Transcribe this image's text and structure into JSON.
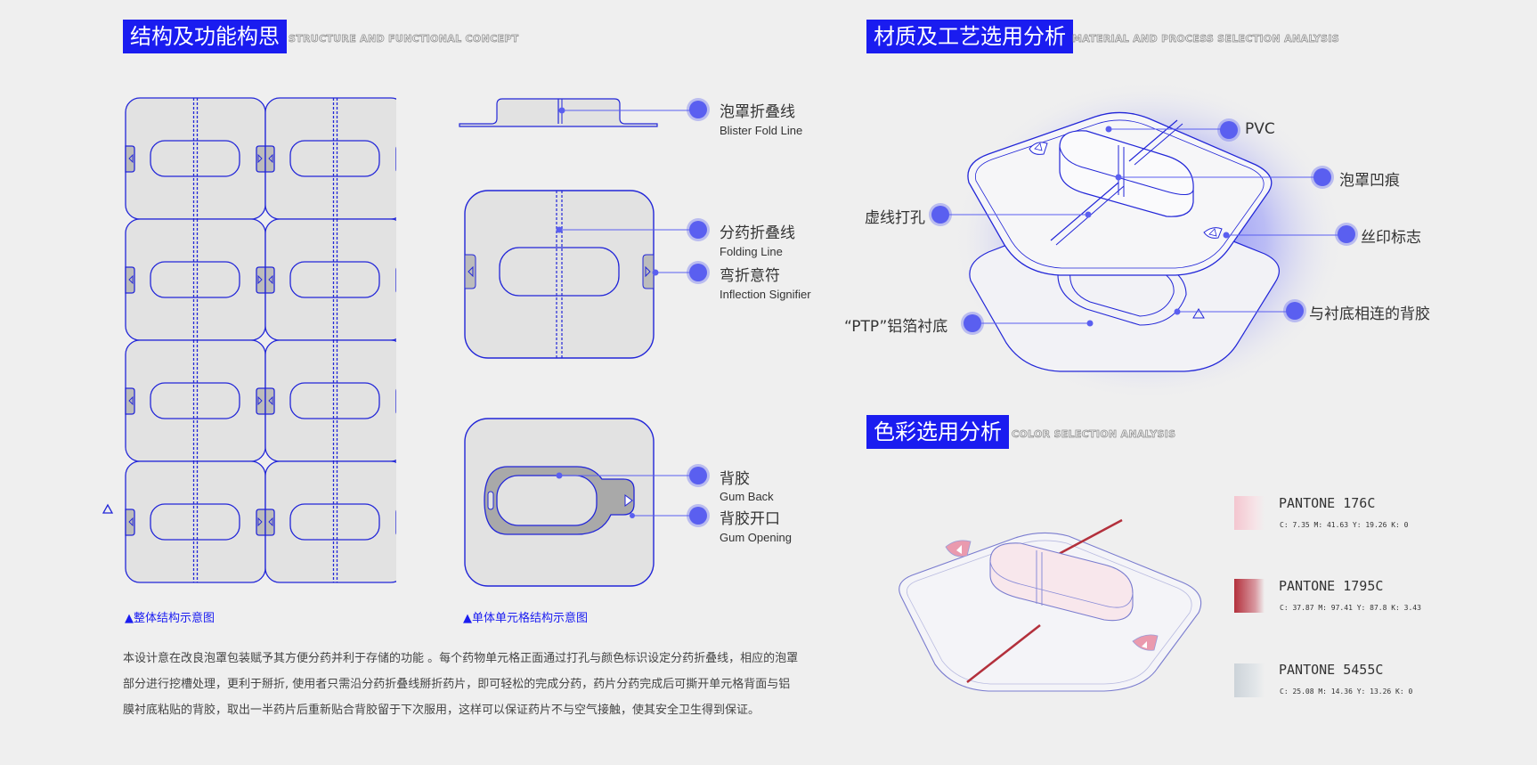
{
  "sections": {
    "structure": {
      "title": "结构及功能构思",
      "subtitle": "STRUCTURE AND FUNCTIONAL CONCEPT"
    },
    "material": {
      "title": "材质及工艺选用分析",
      "subtitle": "MATERIAL AND PROCESS SELECTION ANALYSIS"
    },
    "color": {
      "title": "色彩选用分析",
      "subtitle": "COLOR SELECTION ANALYSIS"
    }
  },
  "structure_labels": {
    "blister_fold": {
      "cn": "泡罩折叠线",
      "en": "Blister Fold Line"
    },
    "folding": {
      "cn": "分药折叠线",
      "en": "Folding Line"
    },
    "inflection": {
      "cn": "弯折意符",
      "en": "Inflection Signifier"
    },
    "gum_back": {
      "cn": "背胶",
      "en": "Gum Back"
    },
    "gum_opening": {
      "cn": "背胶开口",
      "en": "Gum Opening"
    }
  },
  "captions": {
    "overall": "▲整体结构示意图",
    "unit": "▲单体单元格结构示意图"
  },
  "description": "本设计意在改良泡罩包装赋予其方便分药并利于存储的功能 。每个药物单元格正面通过打孔与颜色标识设定分药折叠线，相应的泡罩部分进行挖槽处理，更利于掰折, 使用者只需沿分药折叠线掰折药片，即可轻松的完成分药，药片分药完成后可撕开单元格背面与铝膜衬底粘贴的背胶，取出一半药片后重新贴合背胶留于下次服用，这样可以保证药片不与空气接触，使其安全卫生得到保证。",
  "material_labels": {
    "pvc": "PVC",
    "blister_dent": "泡罩凹痕",
    "perforation": "虚线打孔",
    "silk_print": "丝印标志",
    "ptp": "“PTP”铝箔衬底",
    "gum_link": "与衬底相连的背胶"
  },
  "pantone": [
    {
      "name": "PANTONE 176C",
      "cmyk": "C: 7.35   M: 41.63   Y: 19.26   K: 0",
      "color": "#f4c6cf"
    },
    {
      "name": "PANTONE 1795C",
      "cmyk": "C: 37.87   M: 97.41   Y: 87.8   K: 3.43",
      "color": "#b3303c"
    },
    {
      "name": "PANTONE 5455C",
      "cmyk": "C: 25.08   M: 14.36   Y: 13.26   K: 0",
      "color": "#d3d9de"
    }
  ],
  "colors": {
    "accent": "#1a1cf0",
    "line": "#2226d8",
    "dot": "#5a5ff0",
    "background": "#efefef"
  }
}
